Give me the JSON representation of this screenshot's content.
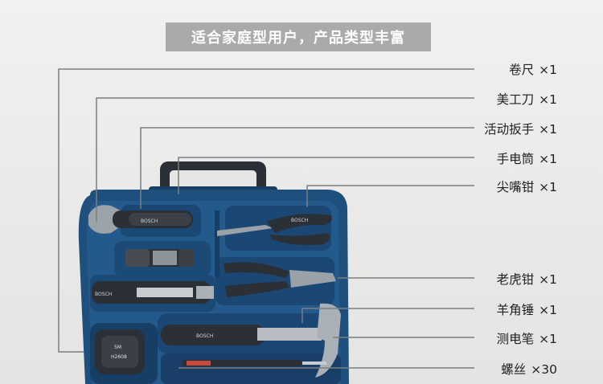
{
  "banner": {
    "title": "适合家庭型用户，产品类型丰富"
  },
  "case": {
    "brand_marks": [
      "BOSCH",
      "BOSCH",
      "BOSCH",
      "BOSCH"
    ],
    "tape_text": [
      "5M",
      "H2608"
    ]
  },
  "items": [
    {
      "name": "卷尺",
      "qty": "×1"
    },
    {
      "name": "美工刀",
      "qty": "×1"
    },
    {
      "name": "活动扳手",
      "qty": "×1"
    },
    {
      "name": "手电筒",
      "qty": "×1"
    },
    {
      "name": "尖嘴钳",
      "qty": "×1"
    },
    {
      "name": "老虎钳",
      "qty": "×1"
    },
    {
      "name": "羊角锤",
      "qty": "×1"
    },
    {
      "name": "测电笔",
      "qty": "×1"
    },
    {
      "name": "螺丝",
      "qty": "×30"
    }
  ],
  "colors": {
    "case_blue": "#1e4f7d",
    "case_dark": "#163d63",
    "label_line": "#7d7d7d",
    "banner_bg": "#a9aaa9"
  }
}
